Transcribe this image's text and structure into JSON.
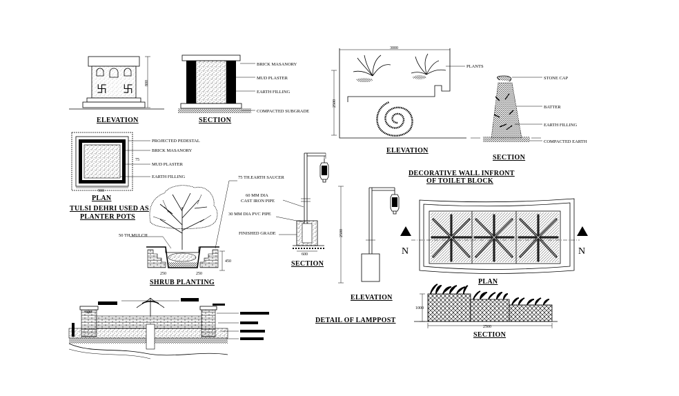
{
  "tulsi": {
    "elevation_title": "ELEVATION",
    "section_title": "SECTION",
    "plan_title": "PLAN",
    "main_title_1": "TULSI DEHRI USED AS",
    "main_title_2": "PLANTER POTS",
    "dim_height": "800",
    "dim_plan_width": "900",
    "dim_plan_side": "75",
    "section_labels": [
      "BRICK MASANORY",
      "MUD PLASTER",
      "EARTH FILLING",
      "COMPACTED SUBGRADE"
    ],
    "plan_labels": [
      "PROJECTED PEDESTAL",
      "BRICK MASANORY",
      "MUD PLASTER",
      "EARTH FILLING"
    ]
  },
  "shrub": {
    "title": "SHRUB PLANTING",
    "label_saucer": "75 TH.EARTH SAUCER",
    "label_mulch": "50 TH.MULCH",
    "dim_depth": "450",
    "dim_left": "250",
    "dim_right": "250"
  },
  "wall": {
    "elevation_title": "ELEVATION",
    "section_title": "SECTION",
    "title_1": "DECORATIVE WALL INFRONT",
    "title_2": "OF TOILET BLOCK",
    "dim_width": "3000",
    "dim_height": "2500",
    "label_plants": "PLANTS",
    "section_labels": [
      "STONE CAP",
      "BATTER",
      "EARTH FILLING",
      "COMPACTED EARTH"
    ]
  },
  "lamppost": {
    "section_title": "SECTION",
    "elevation_title": "ELEVATION",
    "title": "DETAIL OF LAMPPOST",
    "labels": [
      "60 MM DIA CAST IRON PIPE",
      "30 MM DIA PVC PIPE",
      "FINISHED GRADE"
    ],
    "label_cast_1": "60 MM DIA",
    "label_cast_2": "CAST IRON PIPE",
    "dim_base": "600",
    "dim_height": "2500"
  },
  "planter": {
    "plan_title": "PLAN",
    "section_title": "SECTION",
    "north_left": "N",
    "north_right": "N",
    "dim_width": "2500",
    "dim_height": "1000"
  },
  "fountain": {
    "dim_side": "500"
  }
}
